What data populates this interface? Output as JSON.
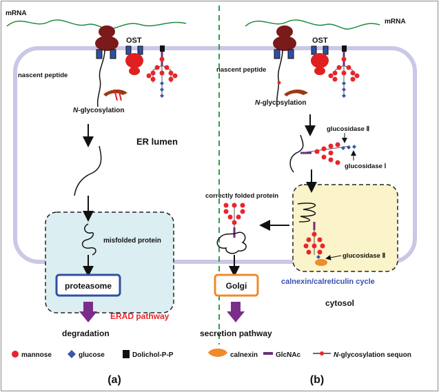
{
  "colors": {
    "mannose": "#e8252b",
    "glucose": "#3a56a8",
    "dolichol": "#111111",
    "calnexin": "#f08a2a",
    "glcnac": "#6a2f7a",
    "membrane": "#c9c8e6",
    "erad_box": "#dbeef1",
    "cycle_box": "#fbf3c9",
    "proteasome_border": "#2f4fa3",
    "golgi_border": "#f08a2a",
    "arrow_purple": "#7b2d8b",
    "divider": "#2e9a4a",
    "ribosome": "#7a1a1a",
    "ost": "#e02020"
  },
  "panel_a": {
    "mrna": "mRNA",
    "ost": "OST",
    "nascent_peptide": "nascent peptide",
    "n_glyco_italic": "N",
    "n_glyco_rest": "-glycosylation",
    "er_lumen": "ER lumen",
    "misfolded_protein": "misfolded protein",
    "proteasome": "proteasome",
    "erad_pathway": "ERAD pathway",
    "degradation": "degradation",
    "label": "(a)"
  },
  "panel_b": {
    "mrna": "mRNA",
    "ost": "OST",
    "nascent_peptide": "nascent peptide",
    "n_glyco_italic": "N",
    "n_glyco_rest": "-glycosylation",
    "glucosidase_2": "glucosidase Ⅱ",
    "glucosidase_1": "glucosidase Ⅰ",
    "correctly_folded": "correctly folded protein",
    "golgi": "Golgi",
    "glucosidase_2_cycle": "glucosidase Ⅱ",
    "calnexin_cycle": "calnexin/calreticulin cycle",
    "cytosol": "cytosol",
    "secretion_pathway": "secretion pathway",
    "label": "(b)"
  },
  "legend": {
    "mannose": "mannose",
    "glucose": "glucose",
    "dolichol": "Dolichol-P-P",
    "calnexin": "calnexin",
    "glcnac": "GlcNAc",
    "sequon_italic": "N",
    "sequon_rest": "-glycosylation sequon"
  }
}
